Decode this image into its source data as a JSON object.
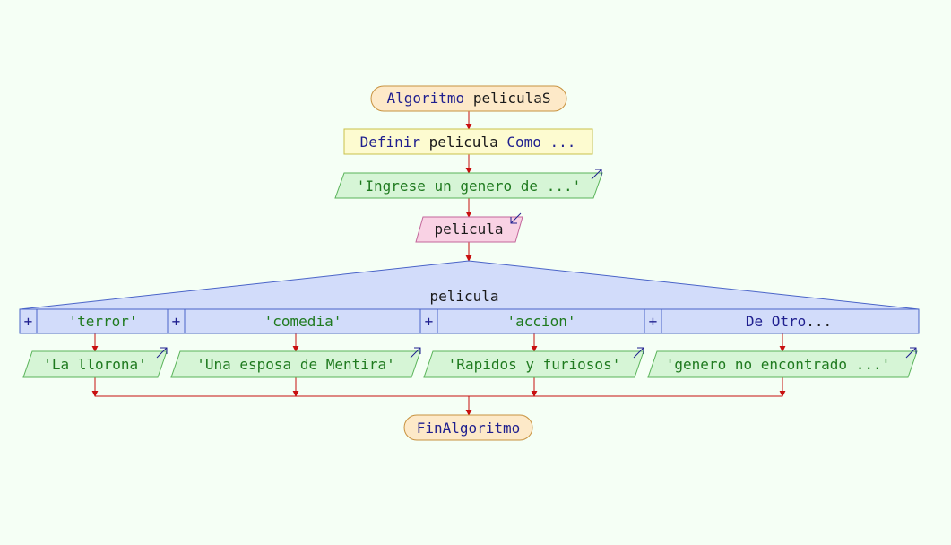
{
  "algorithm": {
    "start_keyword": "Algoritmo",
    "name": "peliculaS",
    "end_keyword": "FinAlgoritmo"
  },
  "define": {
    "keyword": "Definir",
    "variable": "pelicula",
    "as_keyword": "Como",
    "ellipsis": "..."
  },
  "output_prompt": "'Ingrese un genero de ...'",
  "input_variable": "pelicula",
  "switch": {
    "variable": "pelicula",
    "cases": [
      {
        "label": "'terror'",
        "expand": "+",
        "output": "'La llorona'"
      },
      {
        "label": "'comedia'",
        "expand": "+",
        "output": "'Una esposa de Mentira'"
      },
      {
        "label": "'accion'",
        "expand": "+",
        "output": "'Rapidos y furiosos'"
      },
      {
        "label_keyword": "De Otro",
        "label_suffix": "...",
        "expand": "+",
        "output": "'genero no encontrado ...'"
      }
    ]
  },
  "colors": {
    "background": "#f5fff5",
    "wire": "#c81010",
    "terminal_fill": "#fde9c8",
    "terminal_stroke": "#c8923f",
    "define_fill": "#fdfbd0",
    "define_stroke": "#c9c24a",
    "output_fill": "#d6f5d6",
    "output_stroke": "#59b359",
    "input_fill": "#f9d2e4",
    "input_stroke": "#c2669a",
    "switch_fill": "#d2dcfa",
    "switch_stroke": "#4a64c8",
    "keyword": "#1f1f8f",
    "string": "#1f7a1f",
    "text": "#1a1a1a"
  }
}
